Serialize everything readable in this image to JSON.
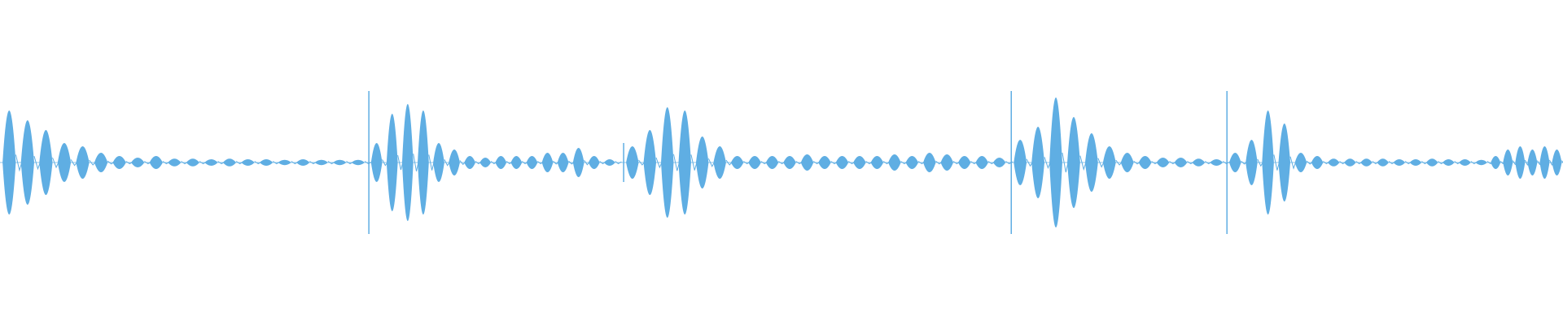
{
  "waveform": {
    "color": "#5faee3",
    "sections": [
      {
        "type": "transient",
        "position_fraction": 0.236,
        "spike_height": 0.22
      },
      {
        "type": "transient",
        "position_fraction": 0.399,
        "spike_height": 0.06
      },
      {
        "type": "transient",
        "position_fraction": 0.647,
        "spike_height": 0.22
      },
      {
        "type": "transient",
        "position_fraction": 0.785,
        "spike_height": 0.22
      }
    ],
    "bursts": [
      {
        "start": 0.0,
        "end": 0.235,
        "amplitudes": [
          0.16,
          0.13,
          0.1,
          0.06,
          0.05,
          0.03,
          0.02,
          0.015,
          0.02,
          0.012,
          0.012,
          0.01,
          0.012,
          0.01,
          0.01,
          0.008,
          0.01,
          0.008,
          0.008,
          0.008
        ],
        "peak_shape": [
          0.3,
          0.55,
          0.4,
          0.2,
          0.18
        ]
      },
      {
        "start": 0.236,
        "end": 0.395,
        "amplitudes": [
          0.06,
          0.15,
          0.18,
          0.16,
          0.06,
          0.04,
          0.02,
          0.015,
          0.02,
          0.02,
          0.02,
          0.03,
          0.03,
          0.045,
          0.02,
          0.01
        ]
      },
      {
        "start": 0.399,
        "end": 0.645,
        "amplitudes": [
          0.05,
          0.1,
          0.17,
          0.16,
          0.08,
          0.05,
          0.02,
          0.02,
          0.02,
          0.02,
          0.025,
          0.02,
          0.02,
          0.02,
          0.02,
          0.025,
          0.02,
          0.03,
          0.025,
          0.02,
          0.02,
          0.015
        ]
      },
      {
        "start": 0.647,
        "end": 0.784,
        "amplitudes": [
          0.07,
          0.11,
          0.2,
          0.14,
          0.09,
          0.05,
          0.03,
          0.02,
          0.015,
          0.015,
          0.012,
          0.01
        ]
      },
      {
        "start": 0.785,
        "end": 0.953,
        "amplitudes": [
          0.03,
          0.07,
          0.16,
          0.12,
          0.03,
          0.02,
          0.012,
          0.012,
          0.012,
          0.012,
          0.01,
          0.01,
          0.012,
          0.01,
          0.01,
          0.008
        ]
      },
      {
        "start": 0.953,
        "end": 1.0,
        "amplitudes": [
          0.02,
          0.04,
          0.05,
          0.04,
          0.05,
          0.04
        ]
      }
    ]
  }
}
